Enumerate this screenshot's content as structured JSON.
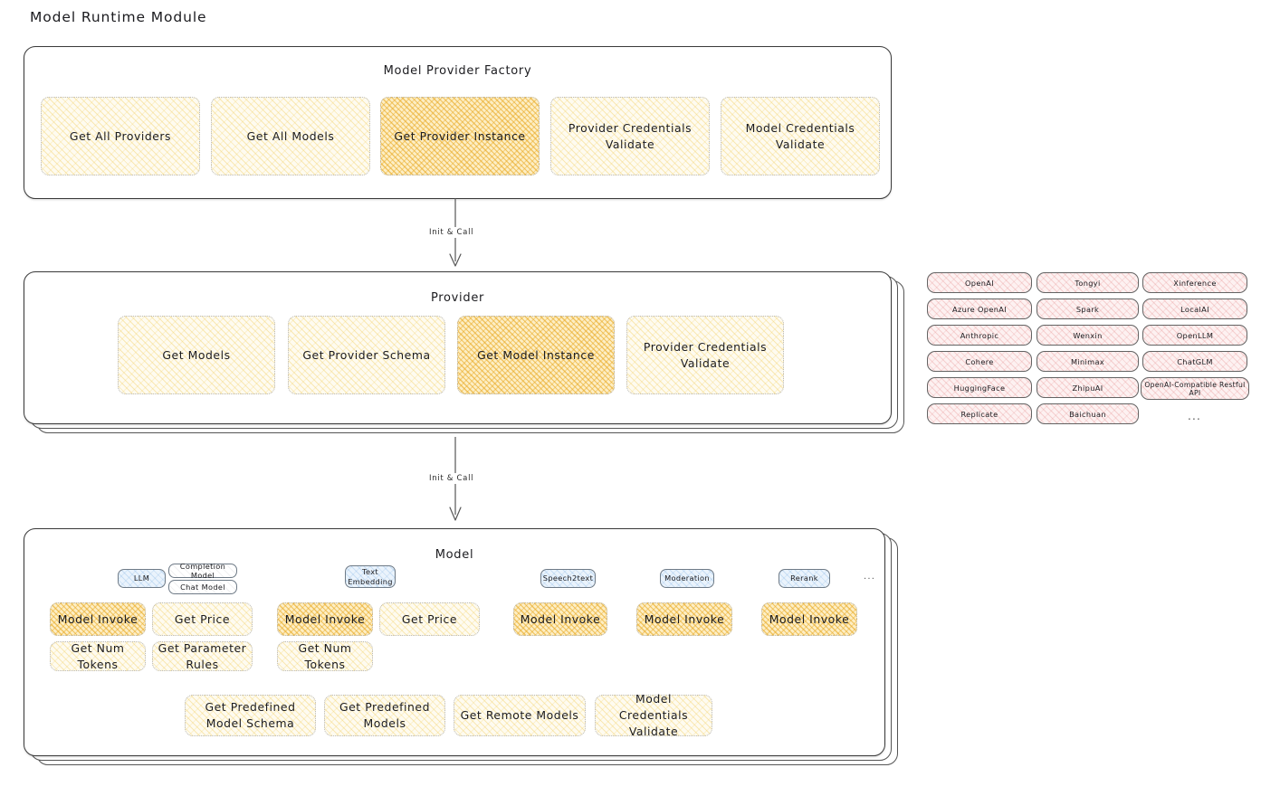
{
  "title": "Model Runtime Module",
  "factory": {
    "title": "Model Provider Factory",
    "boxes": [
      {
        "label": "Get All Providers",
        "highlight": false
      },
      {
        "label": "Get All Models",
        "highlight": false
      },
      {
        "label": "Get Provider Instance",
        "highlight": true
      },
      {
        "label": "Provider Credentials Validate",
        "highlight": false
      },
      {
        "label": "Model Credentials Validate",
        "highlight": false
      }
    ]
  },
  "connector1": {
    "label": "Init & Call"
  },
  "provider": {
    "title": "Provider",
    "boxes": [
      {
        "label": "Get Models",
        "highlight": false
      },
      {
        "label": "Get Provider Schema",
        "highlight": false
      },
      {
        "label": "Get Model Instance",
        "highlight": true
      },
      {
        "label": "Provider Credentials Validate",
        "highlight": false
      }
    ]
  },
  "connector2": {
    "label": "Init & Call"
  },
  "provider_list": {
    "columns": [
      [
        "OpenAI",
        "Azure OpenAI",
        "Anthropic",
        "Cohere",
        "HuggingFace",
        "Replicate"
      ],
      [
        "Tongyi",
        "Spark",
        "Wenxin",
        "Minimax",
        "ZhipuAI",
        "Baichuan"
      ],
      [
        "Xinference",
        "LocalAI",
        "OpenLLM",
        "ChatGLM",
        "OpenAI-Compatible Restful API"
      ]
    ],
    "more": "..."
  },
  "model": {
    "title": "Model",
    "more": "...",
    "types": [
      {
        "name": "LLM",
        "subtypes": [
          "Completion Model",
          "Chat Model"
        ],
        "ops": [
          {
            "label": "Model Invoke",
            "highlight": true
          },
          {
            "label": "Get Price",
            "highlight": false
          },
          {
            "label": "Get Num Tokens",
            "highlight": false
          },
          {
            "label": "Get Parameter Rules",
            "highlight": false
          }
        ]
      },
      {
        "name": "Text Embedding",
        "subtypes": [],
        "ops": [
          {
            "label": "Model Invoke",
            "highlight": true
          },
          {
            "label": "Get Price",
            "highlight": false
          },
          {
            "label": "Get Num Tokens",
            "highlight": false
          }
        ]
      },
      {
        "name": "Speech2text",
        "subtypes": [],
        "ops": [
          {
            "label": "Model Invoke",
            "highlight": true
          }
        ]
      },
      {
        "name": "Moderation",
        "subtypes": [],
        "ops": [
          {
            "label": "Model Invoke",
            "highlight": true
          }
        ]
      },
      {
        "name": "Rerank",
        "subtypes": [],
        "ops": [
          {
            "label": "Model Invoke",
            "highlight": true
          }
        ]
      }
    ],
    "common_ops": [
      "Get Predefined Model Schema",
      "Get Predefined Models",
      "Get Remote Models",
      "Model Credentials Validate"
    ]
  },
  "colors": {
    "highlight_fill": "#f3cb58",
    "soft_fill": "#fefbf0",
    "provider_pill_fill": "#fdf1f1",
    "model_type_fill": "#eaf3fc",
    "stroke": "#3a3a3a"
  }
}
